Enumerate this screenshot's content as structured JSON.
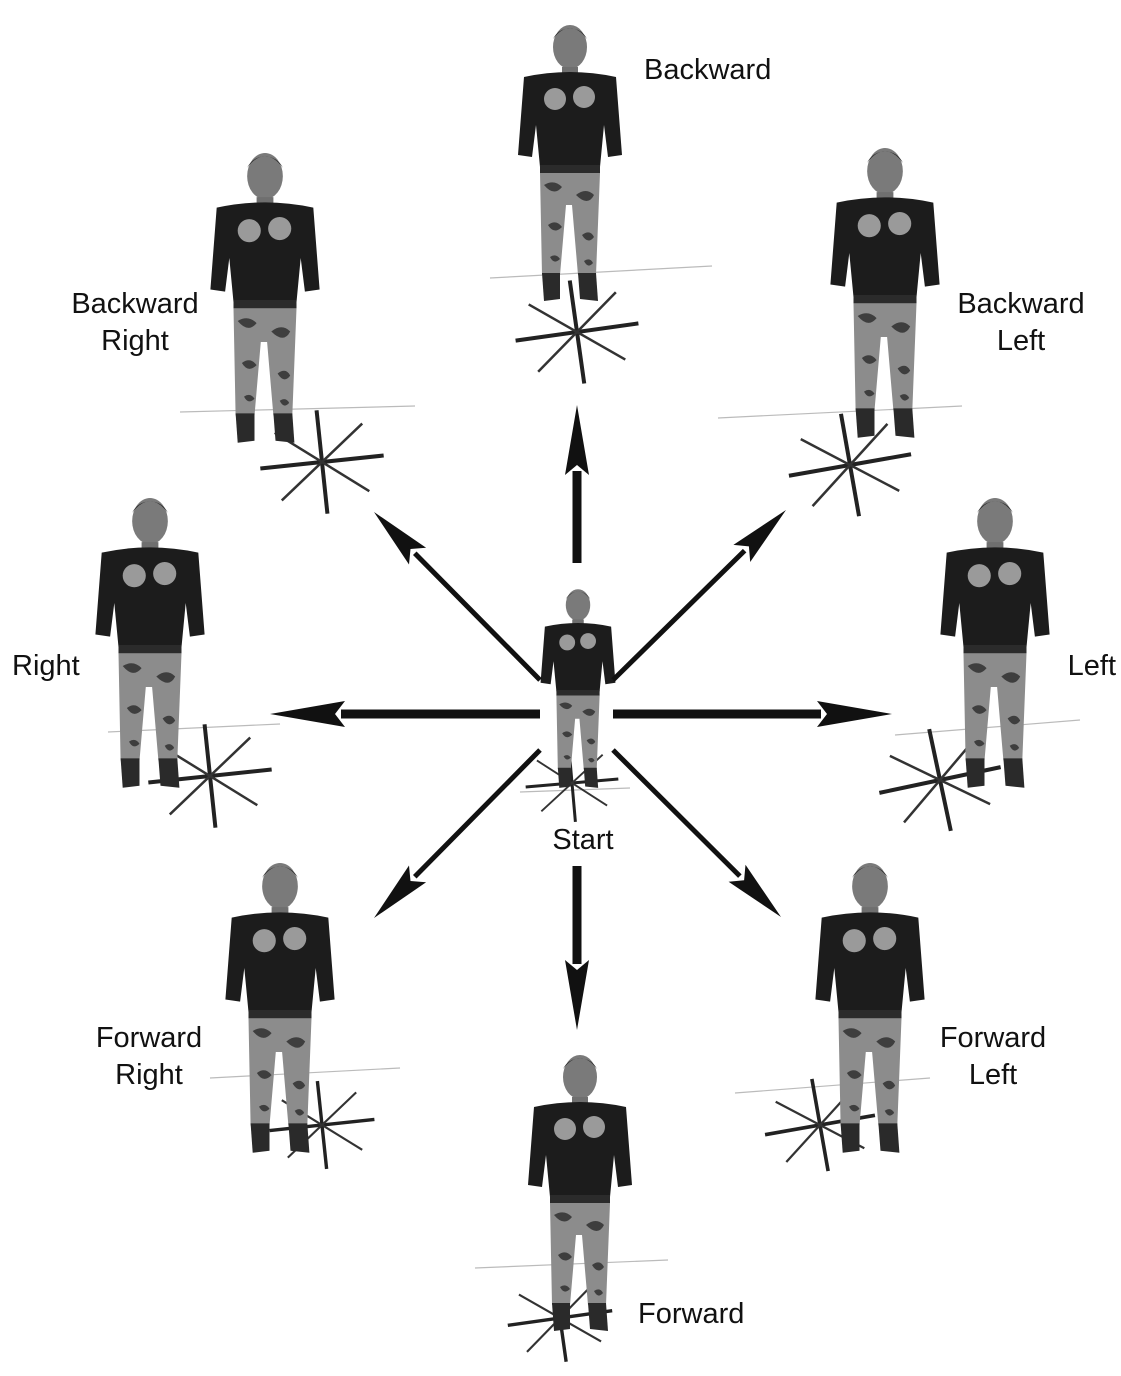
{
  "colors": {
    "shirt": "#1c1c1c",
    "skin": "#8a8a8a",
    "camo_light": "#9a9a9a",
    "camo_dark": "#3e3e3e",
    "boot": "#2a2a2a",
    "arrow": "#111111",
    "background": "#ffffff"
  },
  "labels": {
    "start": "Start",
    "backward": "Backward",
    "forward": "Forward",
    "left": "Left",
    "right": "Right",
    "backward_right": [
      "Backward",
      "Right"
    ],
    "backward_left": [
      "Backward",
      "Left"
    ],
    "forward_right": [
      "Forward",
      "Right"
    ],
    "forward_left": [
      "Forward",
      "Left"
    ]
  },
  "icons": {
    "figure": "person-fighting-stance-icon",
    "floor_marker": "eight-direction-star-icon",
    "arrow": "direction-arrow-icon"
  }
}
